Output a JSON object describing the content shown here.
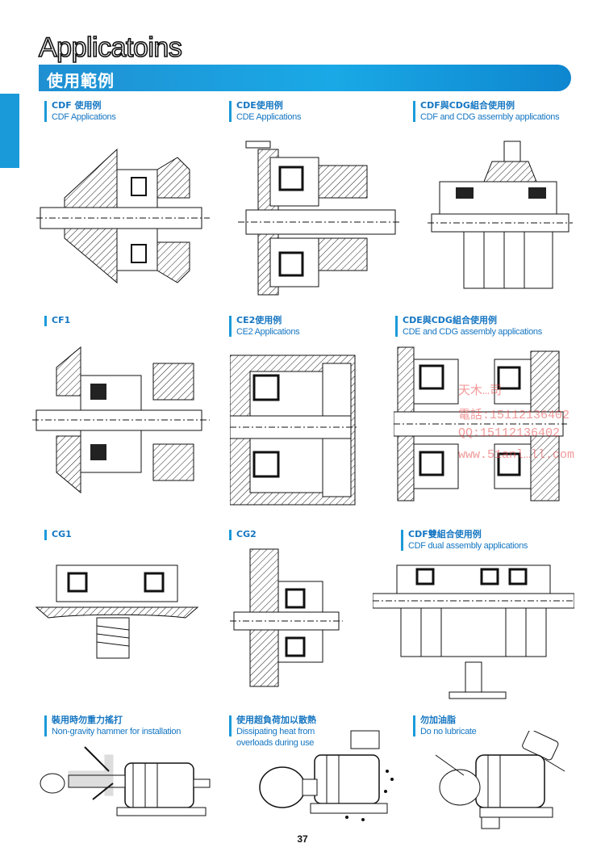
{
  "page": {
    "title_en": "Applicatoins",
    "title_zh": "使用範例",
    "page_number": "37"
  },
  "cells": [
    {
      "zh": "CDF 使用例",
      "en": "CDF Applications"
    },
    {
      "zh": "CDE使用例",
      "en": "CDE Applications"
    },
    {
      "zh": "CDF與CDG組合使用例",
      "en": "CDF and CDG assembly applications"
    },
    {
      "zh": "CF1",
      "en": ""
    },
    {
      "zh": "CE2使用例",
      "en": "CE2 Applications"
    },
    {
      "zh": "CDE與CDG組合使用例",
      "en": "CDE and CDG assembly applications"
    },
    {
      "zh": "CG1",
      "en": ""
    },
    {
      "zh": "CG2",
      "en": ""
    },
    {
      "zh": "CDF雙組合使用例",
      "en": "CDF dual assembly applications"
    },
    {
      "zh": "裝用時勿重力搖打",
      "en": "Non-gravity hammer for installation"
    },
    {
      "zh": "使用超負荷加以散熱",
      "en": "Dissipating heat from overloads during use"
    },
    {
      "zh": "勿加油脂",
      "en": "Do no lubricate"
    }
  ],
  "watermark": {
    "line1": "天木…司",
    "line2": "電話:15112136402",
    "line3": "QQ:15112136402",
    "line4": "www.51anl…ll.com"
  }
}
